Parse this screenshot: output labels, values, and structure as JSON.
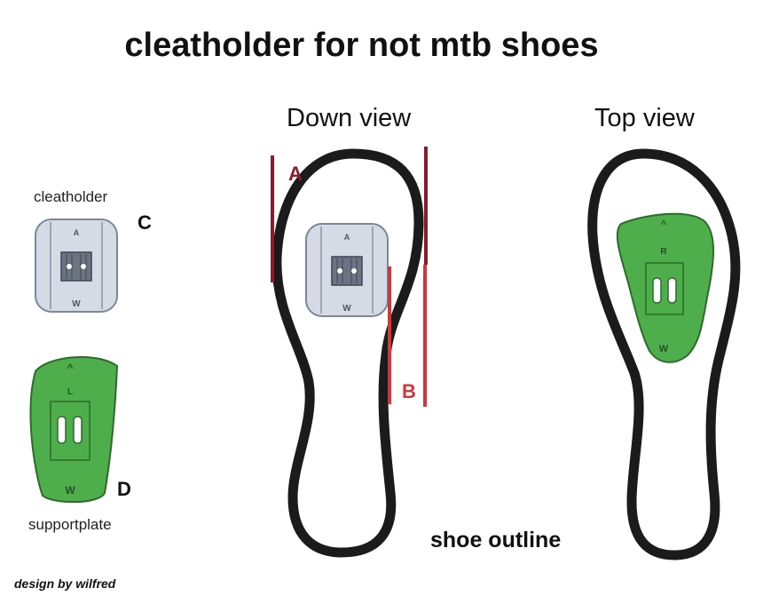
{
  "title": "cleatholder for not mtb shoes",
  "views": {
    "down": "Down view",
    "top": "Top view"
  },
  "parts": {
    "cleatholder": {
      "label": "cleatholder",
      "letter": "C"
    },
    "supportplate": {
      "label": "supportplate",
      "letter": "D"
    }
  },
  "dimensions": {
    "a": "A",
    "b": "B"
  },
  "marks": {
    "arrow": "^",
    "cleat_letter": "A",
    "plate_left": "L",
    "plate_right": "R",
    "brand": "W"
  },
  "shoe_outline_label": "shoe outline",
  "credit": "design by wilfred",
  "colors": {
    "outline": "#1b1b1b",
    "plate_green": "#4fae4c",
    "cleat_grey": "#d4dbe4",
    "dim_a": "#8a1c2b",
    "dim_b": "#d6343c"
  }
}
